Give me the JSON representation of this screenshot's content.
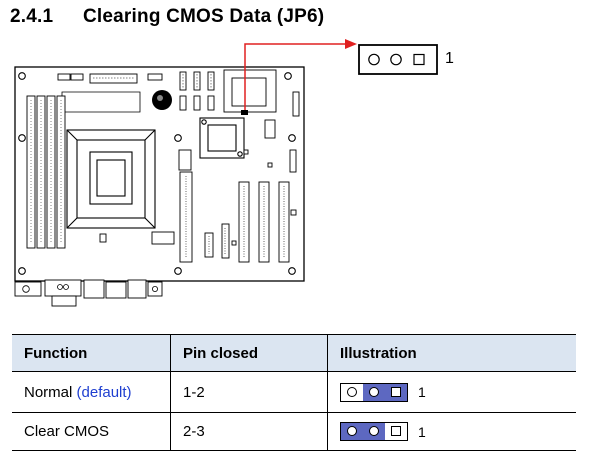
{
  "section": {
    "number": "2.4.1",
    "title": "Clearing CMOS Data  (JP6)"
  },
  "jumper_callout": {
    "pin1_label": "1"
  },
  "table": {
    "headers": [
      "Function",
      "Pin closed",
      "Illustration"
    ],
    "rows": [
      {
        "function": "Normal",
        "default_tag": "(default)",
        "pins": "1-2",
        "pin1_label": "1",
        "cap_covers": [
          1,
          2
        ]
      },
      {
        "function": "Clear CMOS",
        "default_tag": "",
        "pins": "2-3",
        "pin1_label": "1",
        "cap_covers": [
          2,
          3
        ]
      }
    ]
  },
  "colors": {
    "callout_arrow": "#e02020",
    "jumper_cap": "#5d68c1",
    "header_bg": "#dbe5f1",
    "default_text": "#1f3fd0"
  }
}
